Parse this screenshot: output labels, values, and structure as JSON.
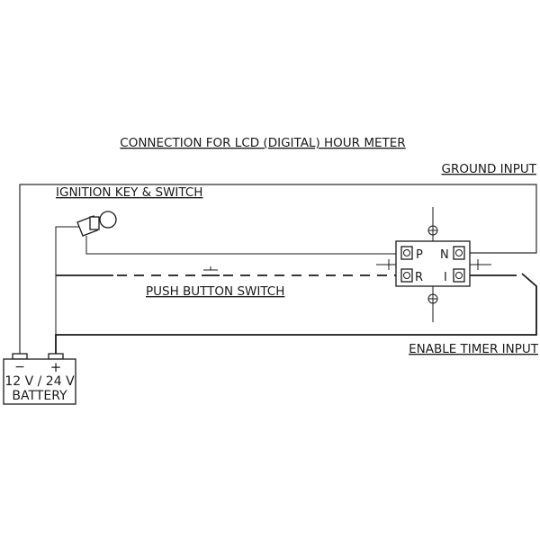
{
  "title": "CONNECTION FOR LCD (DIGITAL) HOUR METER",
  "labels": {
    "ground_input": "GROUND INPUT",
    "ignition": "IGNITION KEY & SWITCH",
    "push_button": "PUSH BUTTON SWITCH",
    "enable_timer": "ENABLE TIMER INPUT"
  },
  "battery": {
    "minus": "−",
    "plus": "+",
    "voltage": "12 V / 24 V",
    "name": "BATTERY"
  },
  "meter": {
    "terminal_p": "P",
    "terminal_n": "N",
    "terminal_r": "R",
    "terminal_i": "I"
  }
}
